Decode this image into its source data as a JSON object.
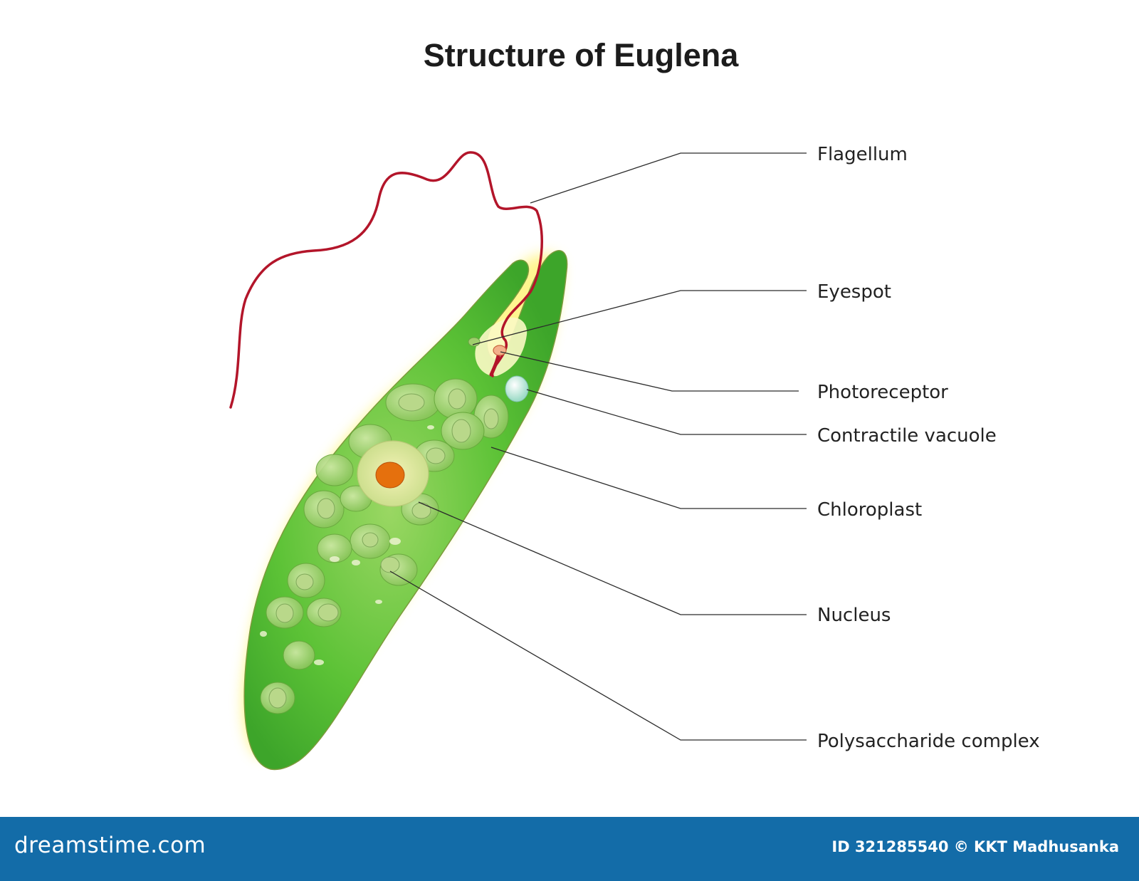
{
  "title": "Structure of Euglena",
  "labels": [
    {
      "id": "flagellum",
      "text": "Flagellum"
    },
    {
      "id": "eyespot",
      "text": "Eyespot"
    },
    {
      "id": "photoreceptor",
      "text": "Photoreceptor"
    },
    {
      "id": "contractile-vacuole",
      "text": "Contractile vacuole"
    },
    {
      "id": "chloroplast",
      "text": "Chloroplast"
    },
    {
      "id": "nucleus",
      "text": "Nucleus"
    },
    {
      "id": "polysaccharide-complex",
      "text": "Polysaccharide complex"
    }
  ],
  "footer": {
    "brand": "dreamstime.com",
    "credit": "ID 321285540 © KKT Madhusanka"
  },
  "colors": {
    "body_green": "#4fbf2f",
    "body_light_green": "#8fd65a",
    "glow_yellow": "#fff36a",
    "flagellum_red": "#b3152a",
    "nucleolus_orange": "#e5700d",
    "footer_blue": "#136ca8"
  }
}
